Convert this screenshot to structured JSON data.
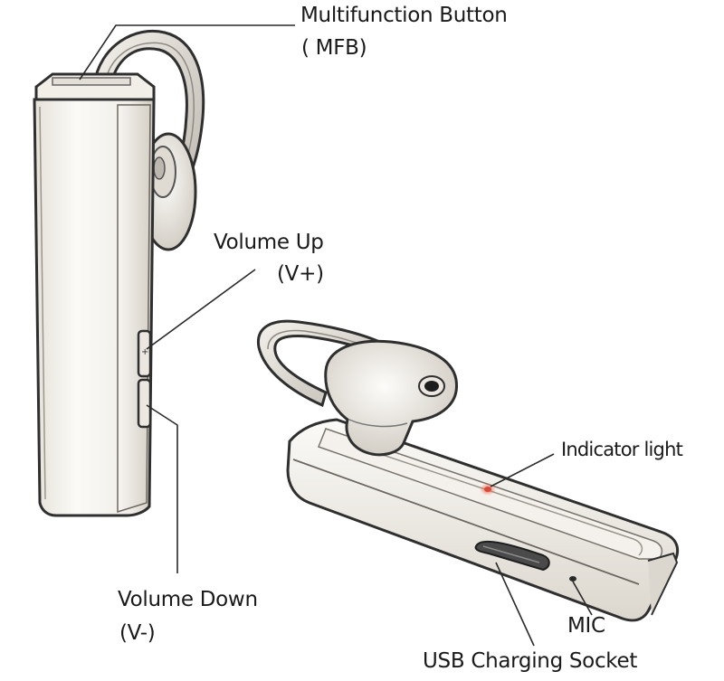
{
  "labels": {
    "mfb_line1": "Multifunction  Button",
    "mfb_line2": "( MFB)",
    "volume_up_line1": "Volume Up",
    "volume_up_line2": "(V+)",
    "volume_down_line1": "Volume Down",
    "volume_down_line2": "(V-)",
    "indicator_light": "Indicator light",
    "mic": "MIC",
    "usb_socket": "USB Charging Socket"
  },
  "colors": {
    "body": "#f5f2ec",
    "outline": "#2f2f2f",
    "shade": "#d9d4cb",
    "indicator": "#d84a3a",
    "text": "#1a1a1a"
  }
}
